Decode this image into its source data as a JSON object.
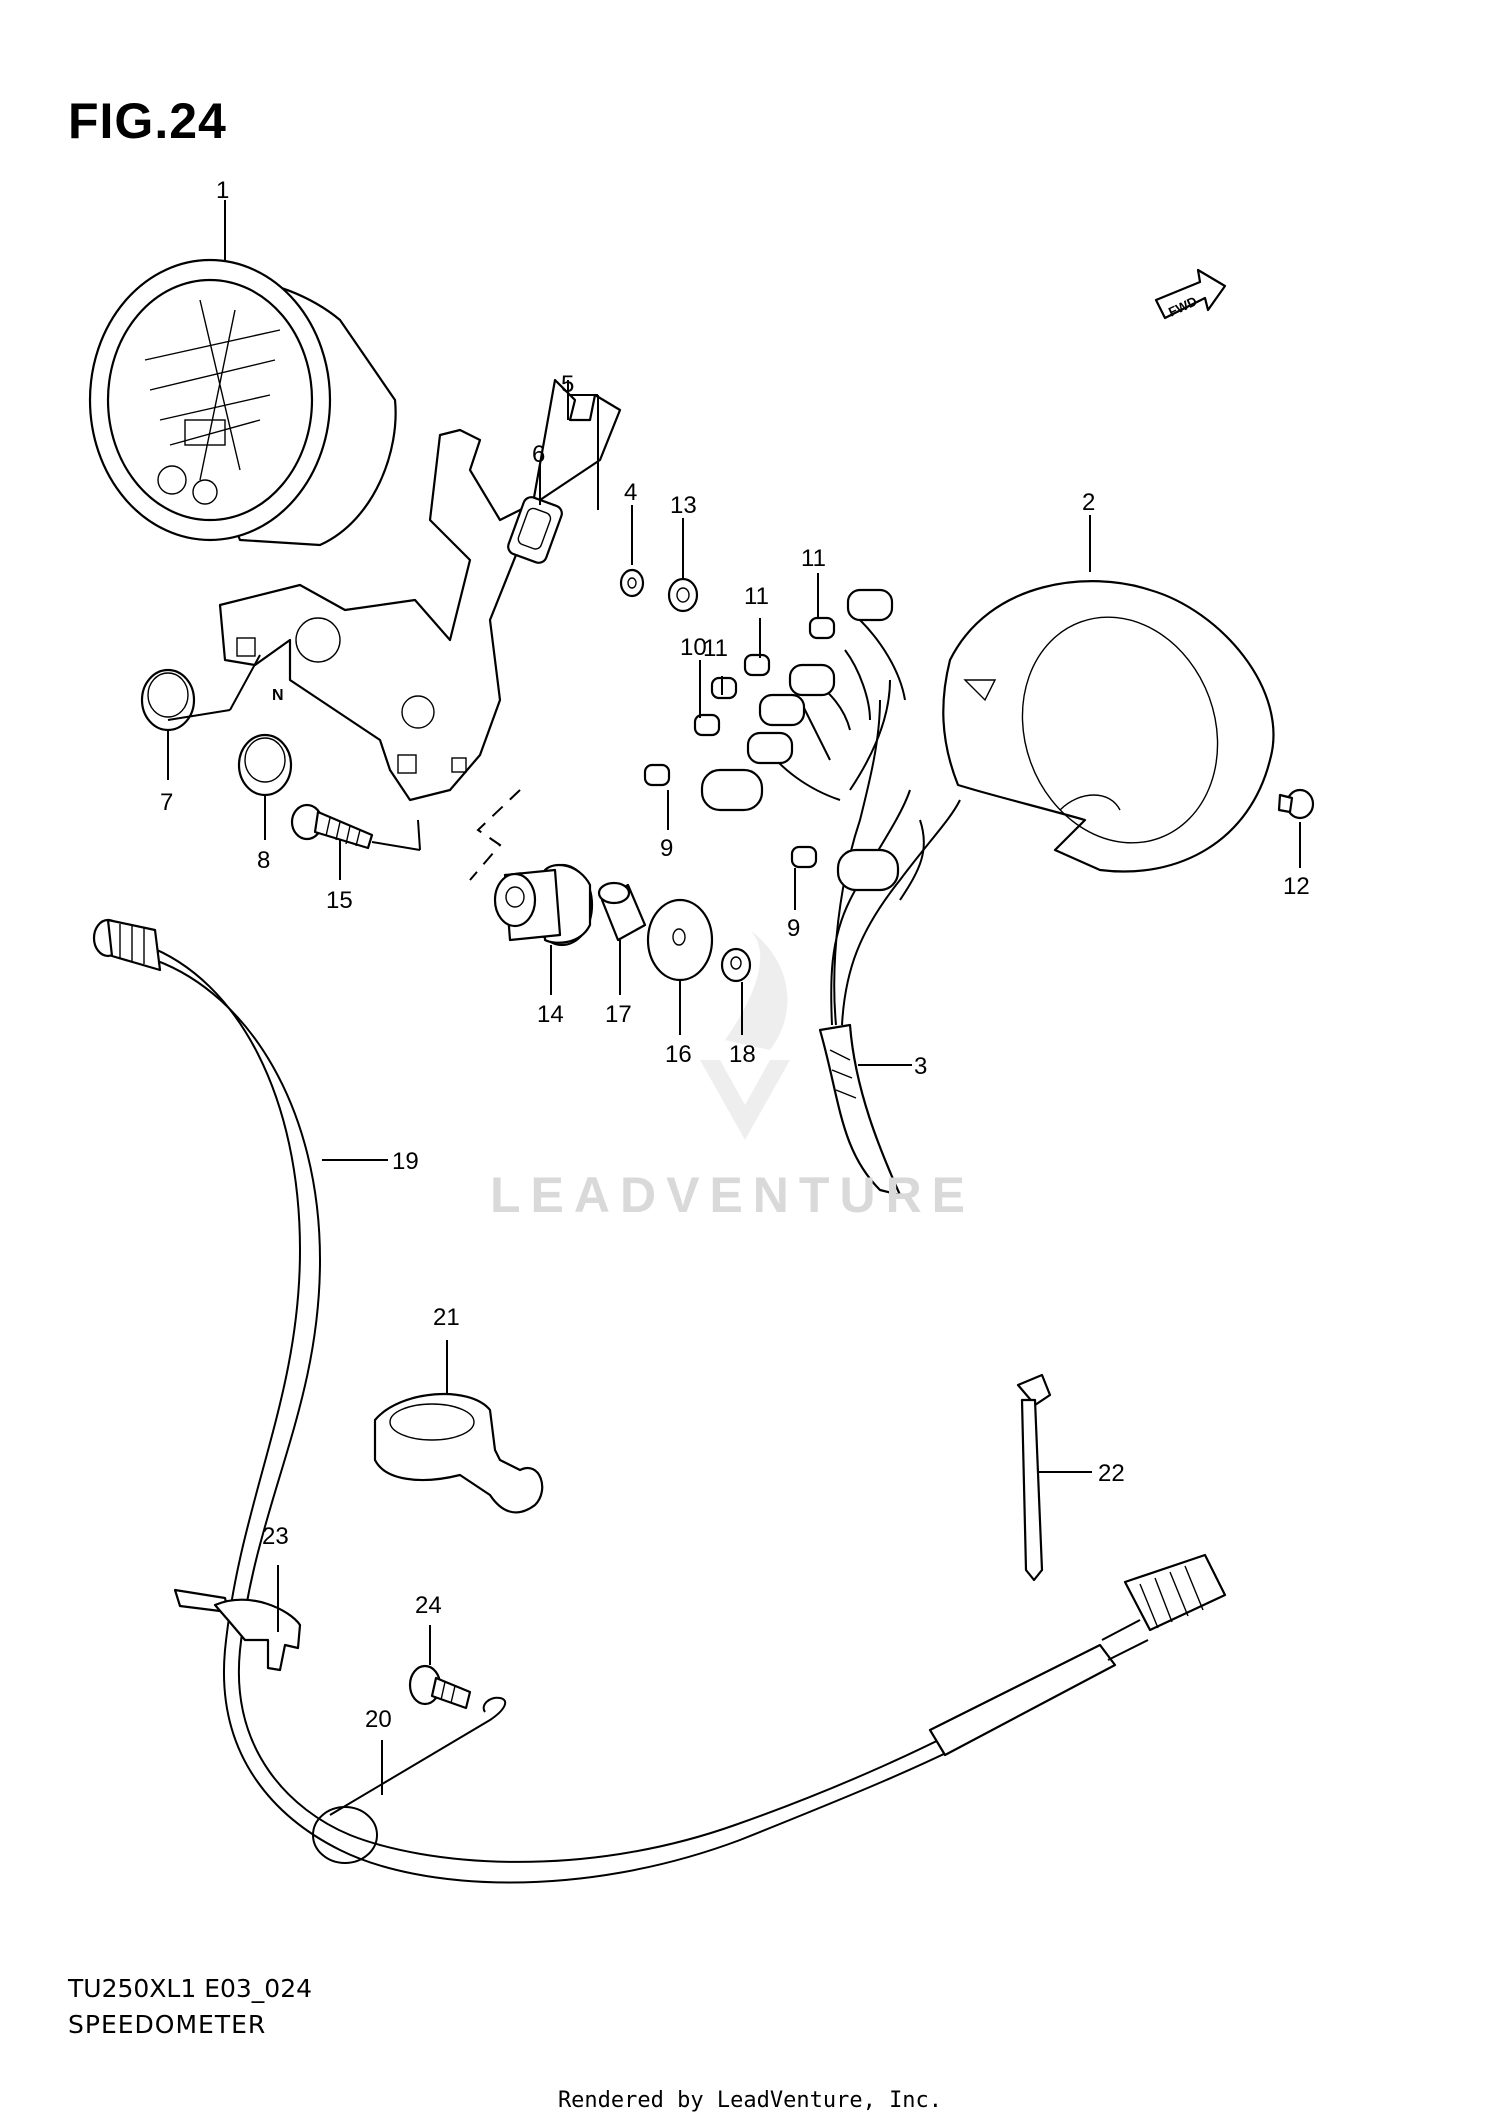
{
  "figure": {
    "title": "FIG.24",
    "model_code": "TU250XL1 E03_024",
    "name": "SPEEDOMETER",
    "credit": "Rendered by LeadVenture, Inc.",
    "watermark": "LEADVENTURE",
    "direction_badge": "FWD"
  },
  "callouts": {
    "c1": "1",
    "c2": "2",
    "c3": "3",
    "c4": "4",
    "c5": "5",
    "c6": "6",
    "c7": "7",
    "c8": "8",
    "c9a": "9",
    "c9b": "9",
    "c10": "10",
    "c11a": "11",
    "c11b": "11",
    "c11c": "11",
    "c12": "12",
    "c13": "13",
    "c14": "14",
    "c15": "15",
    "c16": "16",
    "c17": "17",
    "c18": "18",
    "c19": "19",
    "c20": "20",
    "c21": "21",
    "c22": "22",
    "c23": "23",
    "c24": "24"
  },
  "colors": {
    "line": "#000000",
    "watermark": "#d9d9d9",
    "background": "#ffffff"
  }
}
